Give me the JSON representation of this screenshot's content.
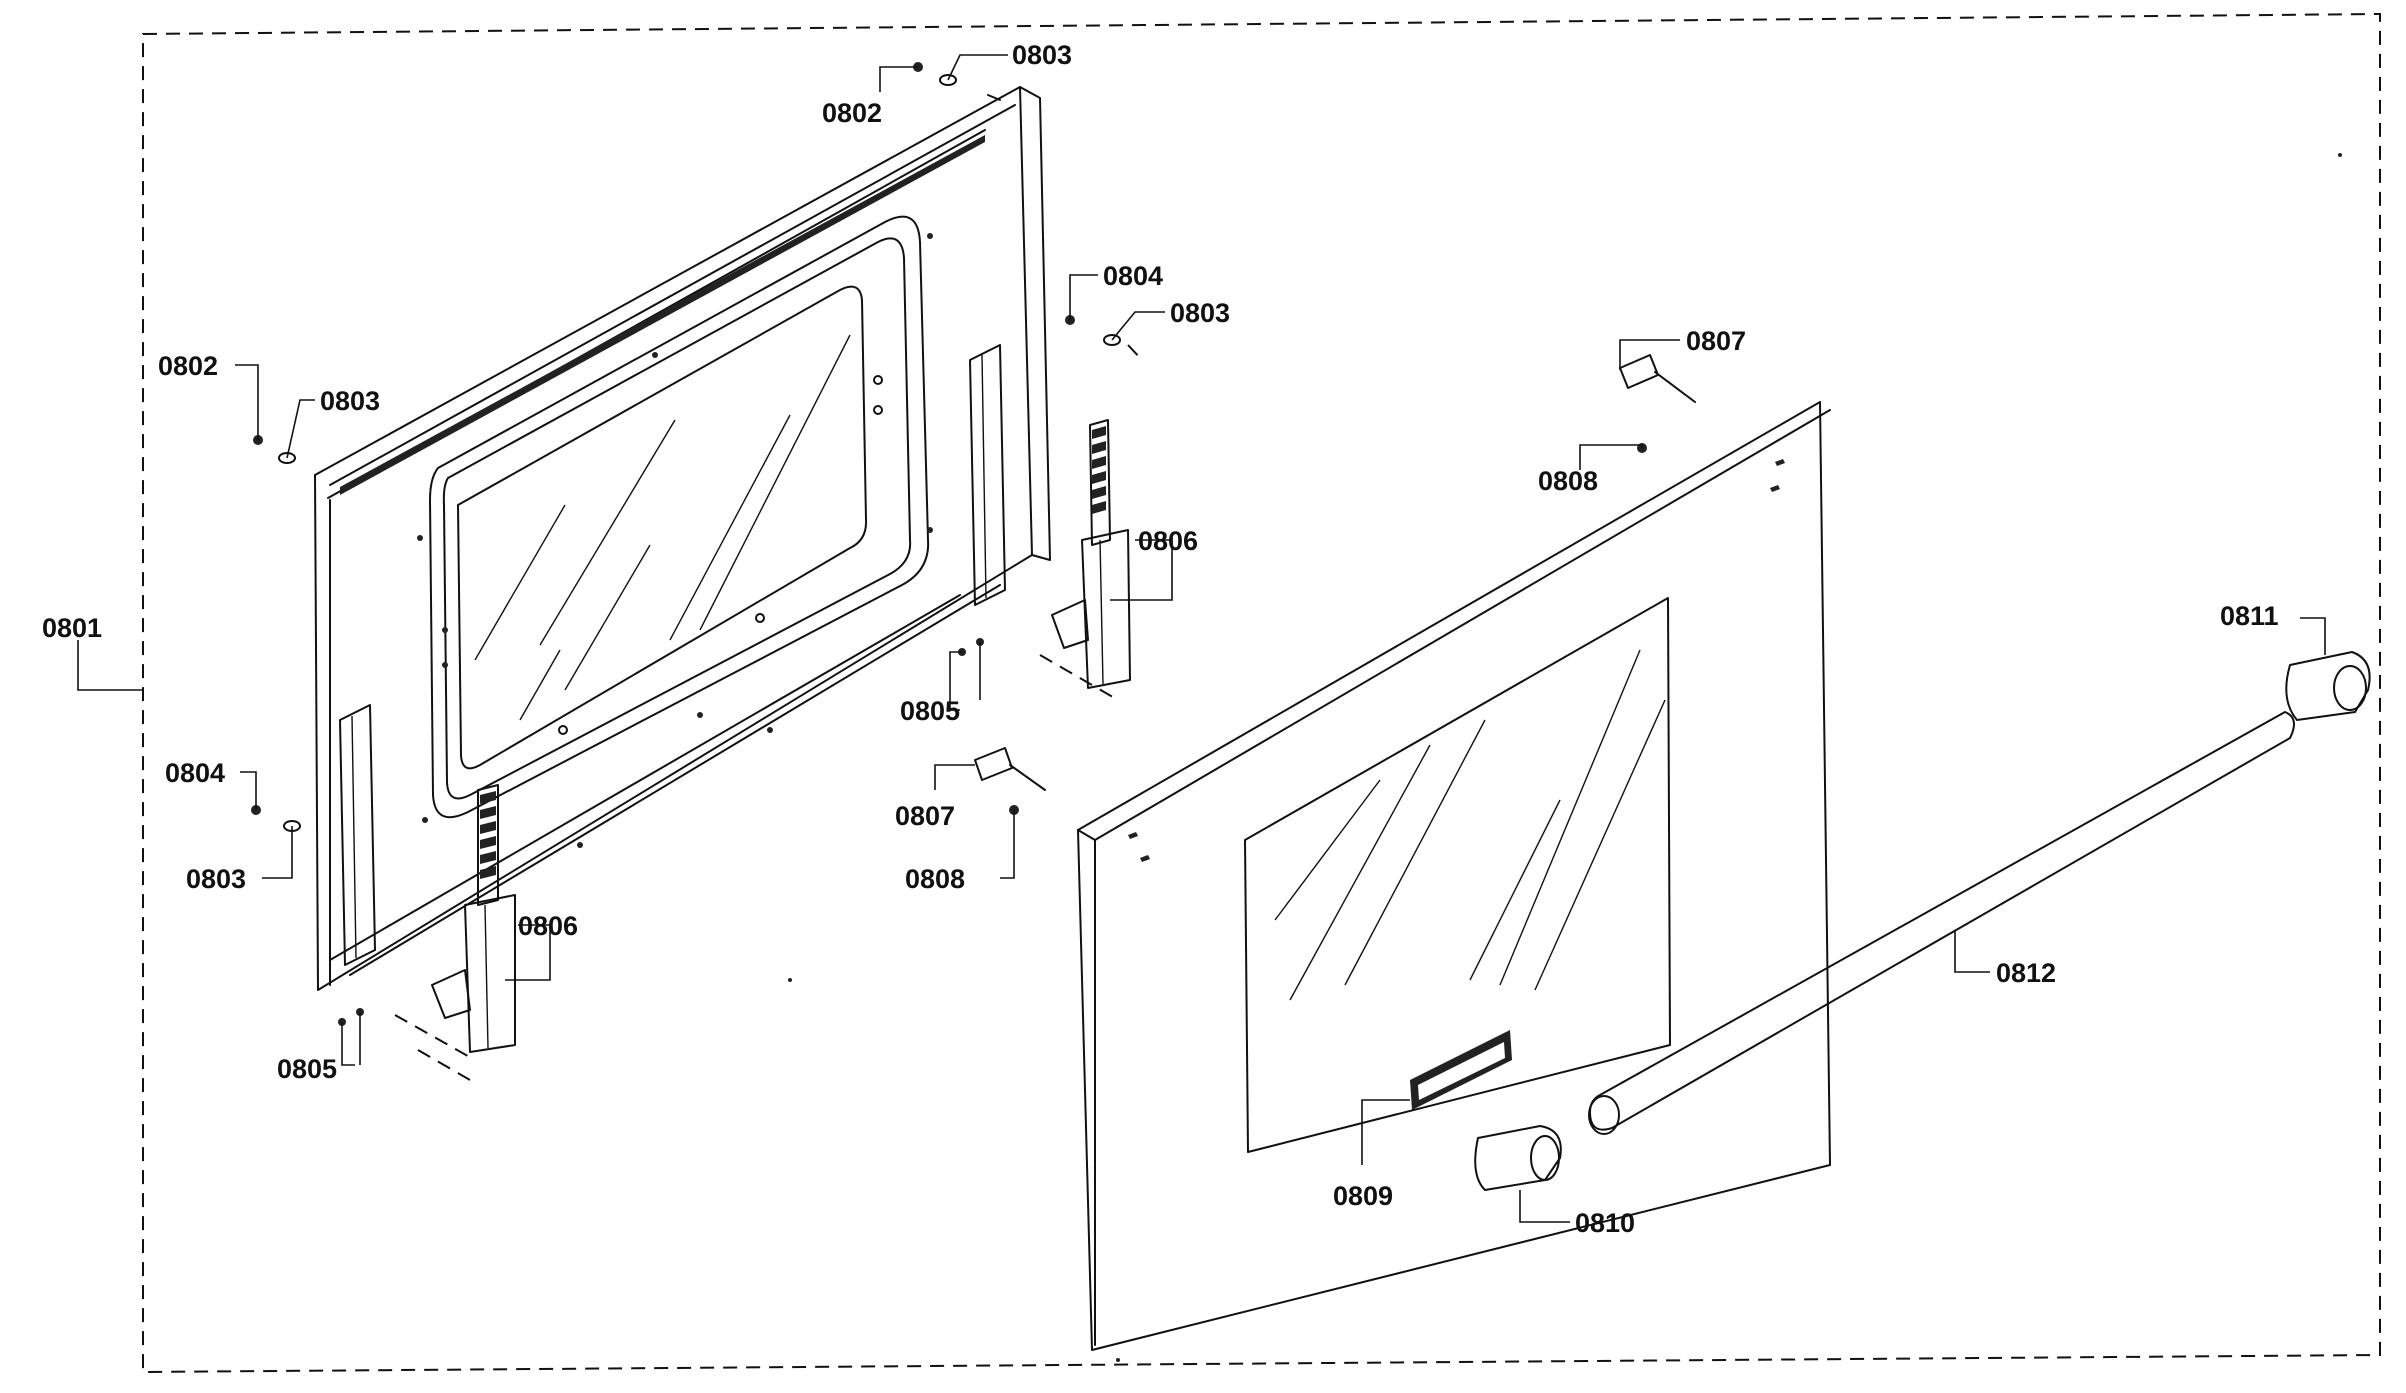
{
  "labels": {
    "assembly": "0801",
    "screw": "0802",
    "washer": "0803",
    "screw_b": "0804",
    "screw_c": "0805",
    "hinge": "0806",
    "pin": "0807",
    "screw_d": "0808",
    "badge": "0809",
    "handle_end_left": "0810",
    "handle_end_right": "0811",
    "handle_bar": "0812"
  },
  "colors": {
    "line": "#111111",
    "background": "#ffffff"
  }
}
